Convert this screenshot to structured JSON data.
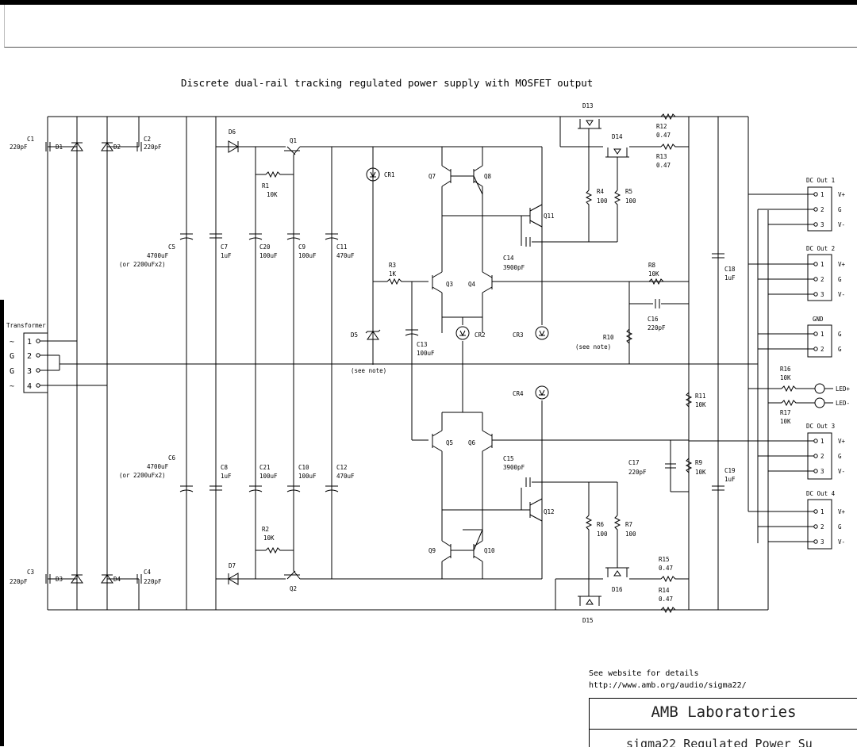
{
  "title": "Discrete dual-rail tracking regulated power supply with MOSFET output",
  "notes": {
    "see_website": "See website for details",
    "url": "http://www.amb.org/audio/sigma22/",
    "see_note_d5": "(see note)",
    "see_note_r10": "(see note)"
  },
  "title_block": {
    "company": "AMB Laboratories",
    "product": "sigma22 Regulated Power Su"
  },
  "transformer": {
    "label": "Transformer",
    "pins": [
      "1",
      "2",
      "3",
      "4"
    ],
    "pin_labels": [
      "~",
      "G",
      "G",
      "~"
    ]
  },
  "components": {
    "c1": {
      "ref": "C1",
      "value": "220pF"
    },
    "c2": {
      "ref": "C2",
      "value": "220pF"
    },
    "c3": {
      "ref": "C3",
      "value": "220pF"
    },
    "c4": {
      "ref": "C4",
      "value": "220pF"
    },
    "d1": "D1",
    "d2": "D2",
    "d3": "D3",
    "d4": "D4",
    "c5": {
      "ref": "C5",
      "value": "4700uF",
      "alt": "(or 2200uFx2)"
    },
    "c6": {
      "ref": "C6",
      "value": "4700uF",
      "alt": "(or 2200uFx2)"
    },
    "c7": {
      "ref": "C7",
      "value": "1uF"
    },
    "c8": {
      "ref": "C8",
      "value": "1uF"
    },
    "c20": {
      "ref": "C20",
      "value": "100uF"
    },
    "c21": {
      "ref": "C21",
      "value": "100uF"
    },
    "c9": {
      "ref": "C9",
      "value": "100uF"
    },
    "c10": {
      "ref": "C10",
      "value": "100uF"
    },
    "c11": {
      "ref": "C11",
      "value": "470uF"
    },
    "c12": {
      "ref": "C12",
      "value": "470uF"
    },
    "d6": "D6",
    "d7": "D7",
    "q1": "Q1",
    "q2": "Q2",
    "r1": {
      "ref": "R1",
      "value": "10K"
    },
    "r2": {
      "ref": "R2",
      "value": "10K"
    },
    "cr1": "CR1",
    "cr2": "CR2",
    "cr3": "CR3",
    "cr4": "CR4",
    "d5": "D5",
    "r3": {
      "ref": "R3",
      "value": "1K"
    },
    "c13": {
      "ref": "C13",
      "value": "100uF"
    },
    "q3": "Q3",
    "q4": "Q4",
    "q5": "Q5",
    "q6": "Q6",
    "q7": "Q7",
    "q8": "Q8",
    "q9": "Q9",
    "q10": "Q10",
    "q11": "Q11",
    "q12": "Q12",
    "c14": {
      "ref": "C14",
      "value": "3900pF"
    },
    "c15": {
      "ref": "C15",
      "value": "3900pF"
    },
    "d13": "D13",
    "d14": "D14",
    "d15": "D15",
    "d16": "D16",
    "r4": {
      "ref": "R4",
      "value": "100"
    },
    "r5": {
      "ref": "R5",
      "value": "100"
    },
    "r6": {
      "ref": "R6",
      "value": "100"
    },
    "r7": {
      "ref": "R7",
      "value": "100"
    },
    "r12": {
      "ref": "R12",
      "value": "0.47"
    },
    "r13": {
      "ref": "R13",
      "value": "0.47"
    },
    "r14": {
      "ref": "R14",
      "value": "0.47"
    },
    "r15": {
      "ref": "R15",
      "value": "0.47"
    },
    "r8": {
      "ref": "R8",
      "value": "10K"
    },
    "r9": {
      "ref": "R9",
      "value": "10K"
    },
    "r10": "R10",
    "r11": {
      "ref": "R11",
      "value": "10K"
    },
    "c16": {
      "ref": "C16",
      "value": "220pF"
    },
    "c17": {
      "ref": "C17",
      "value": "220pF"
    },
    "c18": {
      "ref": "C18",
      "value": "1uF"
    },
    "c19": {
      "ref": "C19",
      "value": "1uF"
    },
    "r16": {
      "ref": "R16",
      "value": "10K"
    },
    "r17": {
      "ref": "R17",
      "value": "10K"
    }
  },
  "connectors": {
    "out1": {
      "label": "DC Out 1",
      "pins": [
        "1",
        "2",
        "3"
      ],
      "pin_labels": [
        "V+",
        "G",
        "V-"
      ]
    },
    "out2": {
      "label": "DC Out 2",
      "pins": [
        "1",
        "2",
        "3"
      ],
      "pin_labels": [
        "V+",
        "G",
        "V-"
      ]
    },
    "gnd": {
      "label": "GND",
      "pins": [
        "1",
        "2"
      ],
      "pin_labels": [
        "G",
        "G"
      ]
    },
    "out3": {
      "label": "DC Out 3",
      "pins": [
        "1",
        "2",
        "3"
      ],
      "pin_labels": [
        "V+",
        "G",
        "V-"
      ]
    },
    "out4": {
      "label": "DC Out 4",
      "pins": [
        "1",
        "2",
        "3"
      ],
      "pin_labels": [
        "V+",
        "G",
        "V-"
      ]
    },
    "led_plus": "LED+",
    "led_minus": "LED-"
  }
}
